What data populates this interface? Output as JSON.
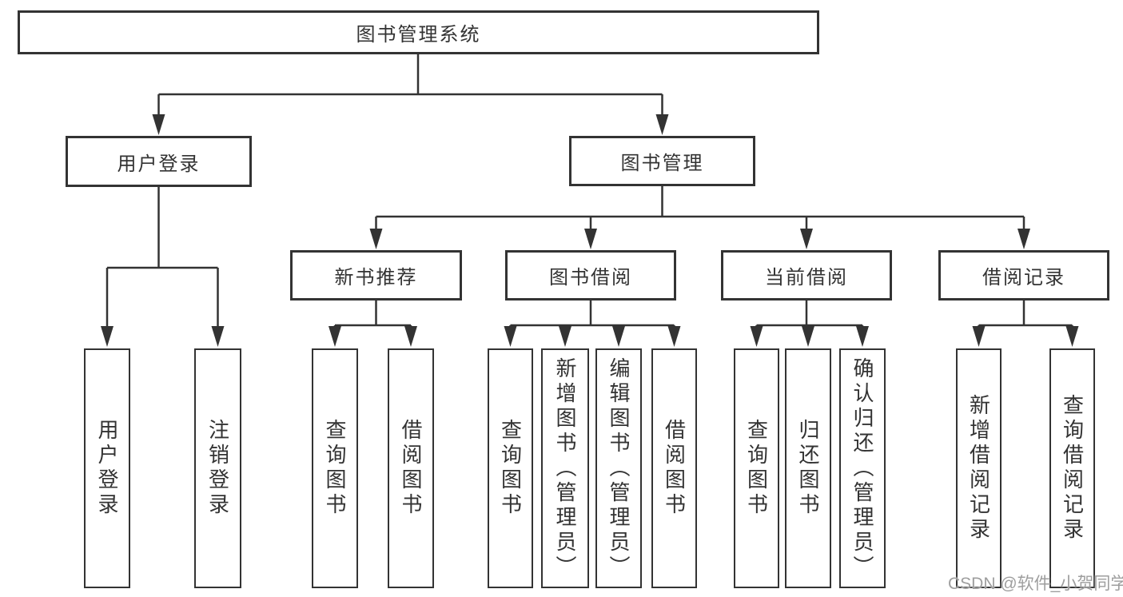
{
  "title": "图书管理系统",
  "watermark": "CSDN @软件_小贺同学",
  "colors": {
    "line": "#333333",
    "box_border": "#333333",
    "box_background": "#ffffff",
    "text": "#333333",
    "watermark": "#9e9e9e"
  },
  "hierarchy": {
    "label": "图书管理系统",
    "children": [
      {
        "label": "用户登录",
        "children": [
          {
            "label": "用户登录"
          },
          {
            "label": "注销登录"
          }
        ]
      },
      {
        "label": "图书管理",
        "children": [
          {
            "label": "新书推荐",
            "children": [
              {
                "label": "查询图书"
              },
              {
                "label": "借阅图书"
              }
            ]
          },
          {
            "label": "图书借阅",
            "children": [
              {
                "label": "查询图书"
              },
              {
                "label": "新增图书（管理员）"
              },
              {
                "label": "编辑图书（管理员）"
              },
              {
                "label": "借阅图书"
              }
            ]
          },
          {
            "label": "当前借阅",
            "children": [
              {
                "label": "查询图书"
              },
              {
                "label": "归还图书"
              },
              {
                "label": "确认归还（管理员）"
              }
            ]
          },
          {
            "label": "借阅记录",
            "children": [
              {
                "label": "新增借阅记录"
              },
              {
                "label": "查询借阅记录"
              }
            ]
          }
        ]
      }
    ]
  }
}
